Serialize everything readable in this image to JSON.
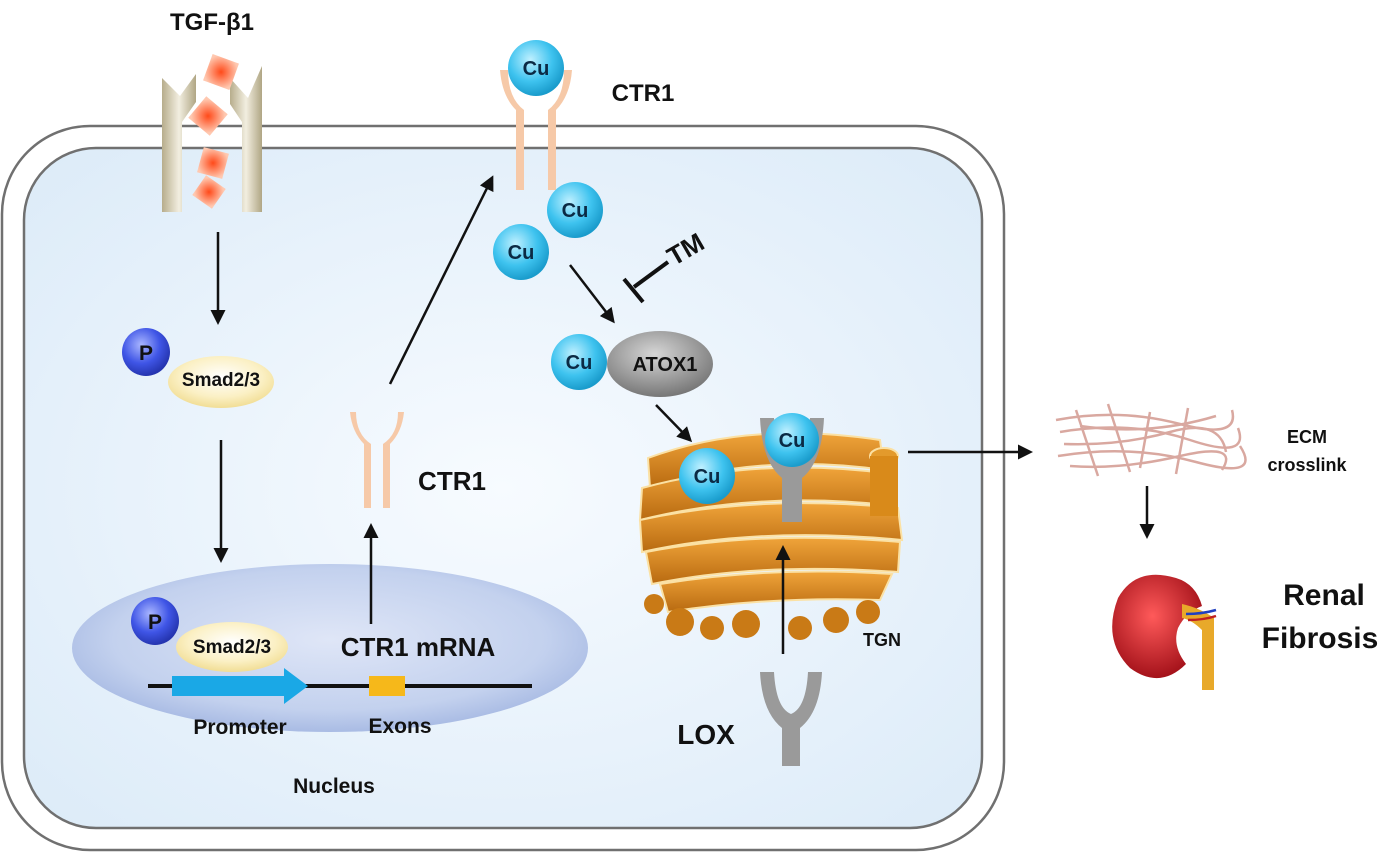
{
  "labels": {
    "tgf": "TGF-β1",
    "ctr1_top": "CTR1",
    "ctr1_mid": "CTR1",
    "tm": "TM",
    "p": "P",
    "smad": "Smad2/3",
    "ctr1_mrna": "CTR1 mRNA",
    "promoter": "Promoter",
    "exons": "Exons",
    "nucleus": "Nucleus",
    "atox1": "ATOX1",
    "cu": "Cu",
    "tgn": "TGN",
    "lox": "LOX",
    "ecm_line1": "ECM",
    "ecm_line2": "crosslink",
    "renal_line1": "Renal",
    "renal_line2": "Fibrosis"
  },
  "colors": {
    "cell_fill": "#e6f1fb",
    "membrane": "#707070",
    "copper": "#3ec3ef",
    "phospho": "#3f55e6",
    "smad_fill": "#fbf0c4",
    "ctr1": "#f6c9a8",
    "atox1": "#8c8c8c",
    "golgi": "#d98a1a",
    "lox": "#9a9a9a",
    "promoter": "#1aa8e6",
    "exon": "#f6b81a",
    "kidney": "#c8181f"
  }
}
